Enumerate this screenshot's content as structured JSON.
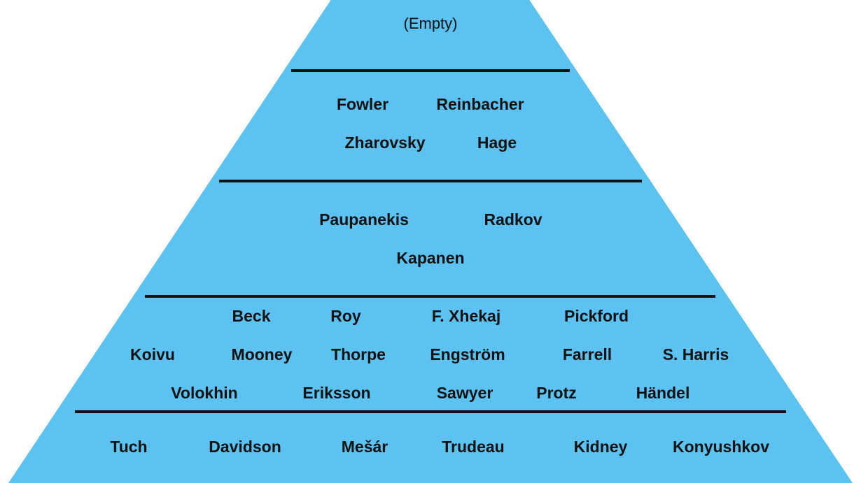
{
  "colors": {
    "pyramid_fill": "#5bc2f2",
    "divider": "#111111",
    "text": "#111111"
  },
  "tiers": [
    {
      "empty_label": "(Empty)",
      "rows": []
    },
    {
      "rows": [
        [
          "Fowler",
          "Reinbacher"
        ],
        [
          "Zharovsky",
          "Hage"
        ]
      ]
    },
    {
      "rows": [
        [
          "Paupanekis",
          "Radkov"
        ],
        [
          "Kapanen"
        ]
      ]
    },
    {
      "rows": [
        [
          "Beck",
          "Roy",
          "F. Xhekaj",
          "Pickford"
        ],
        [
          "Koivu",
          "Mooney",
          "Thorpe",
          "Engström",
          "Farrell",
          "S. Harris"
        ],
        [
          "Volokhin",
          "Eriksson",
          "Sawyer",
          "Protz",
          "Händel"
        ]
      ]
    },
    {
      "rows": [
        [
          "Tuch",
          "Davidson",
          "Mešár",
          "Trudeau",
          "Kidney",
          "Konyushkov"
        ]
      ]
    }
  ]
}
